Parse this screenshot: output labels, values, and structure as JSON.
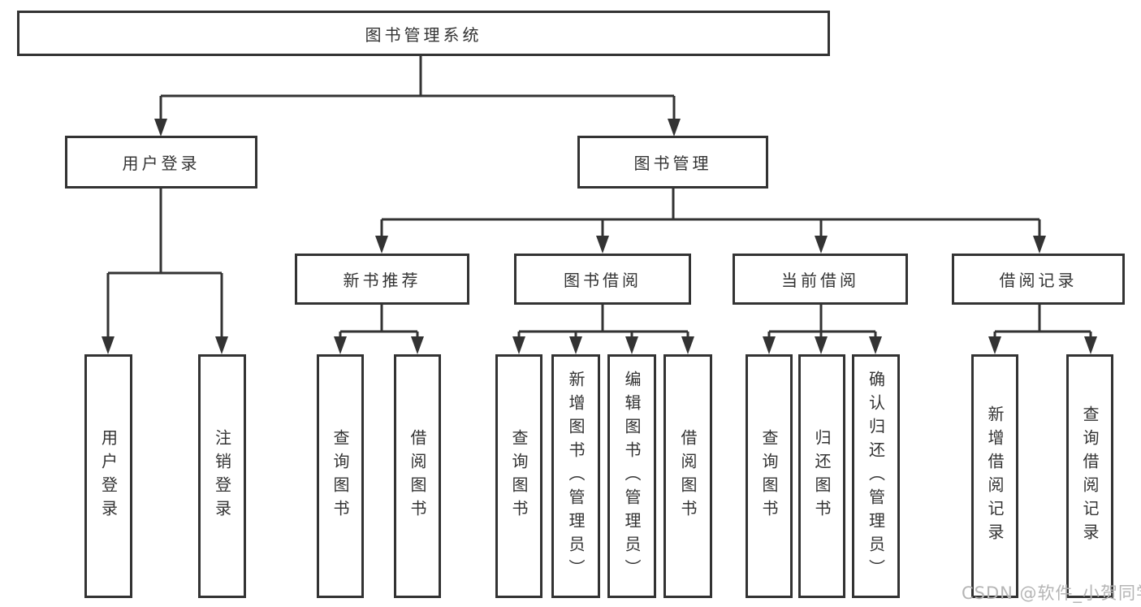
{
  "colors": {
    "line": "#333333",
    "box_border": "#333333",
    "text": "#333333",
    "background": "#ffffff",
    "watermark_text": "#b5b5b5"
  },
  "chart_data": {
    "type": "tree-diagram"
  },
  "tree": {
    "root": {
      "label": "图书管理系统"
    },
    "children": [
      {
        "label": "用户登录",
        "children": [
          {
            "label": "用户登录"
          },
          {
            "label": "注销登录"
          }
        ]
      },
      {
        "label": "图书管理",
        "children": [
          {
            "label": "新书推荐",
            "children": [
              {
                "label": "查询图书"
              },
              {
                "label": "借阅图书"
              }
            ]
          },
          {
            "label": "图书借阅",
            "children": [
              {
                "label": "查询图书"
              },
              {
                "label": "新增图书（管理员）"
              },
              {
                "label": "编辑图书（管理员）"
              },
              {
                "label": "借阅图书"
              }
            ]
          },
          {
            "label": "当前借阅",
            "children": [
              {
                "label": "查询图书"
              },
              {
                "label": "归还图书"
              },
              {
                "label": "确认归还（管理员）"
              }
            ]
          },
          {
            "label": "借阅记录",
            "children": [
              {
                "label": "新增借阅记录"
              },
              {
                "label": "查询借阅记录"
              }
            ]
          }
        ]
      }
    ]
  },
  "watermark": {
    "text": "CSDN @软件_小贺同学"
  }
}
